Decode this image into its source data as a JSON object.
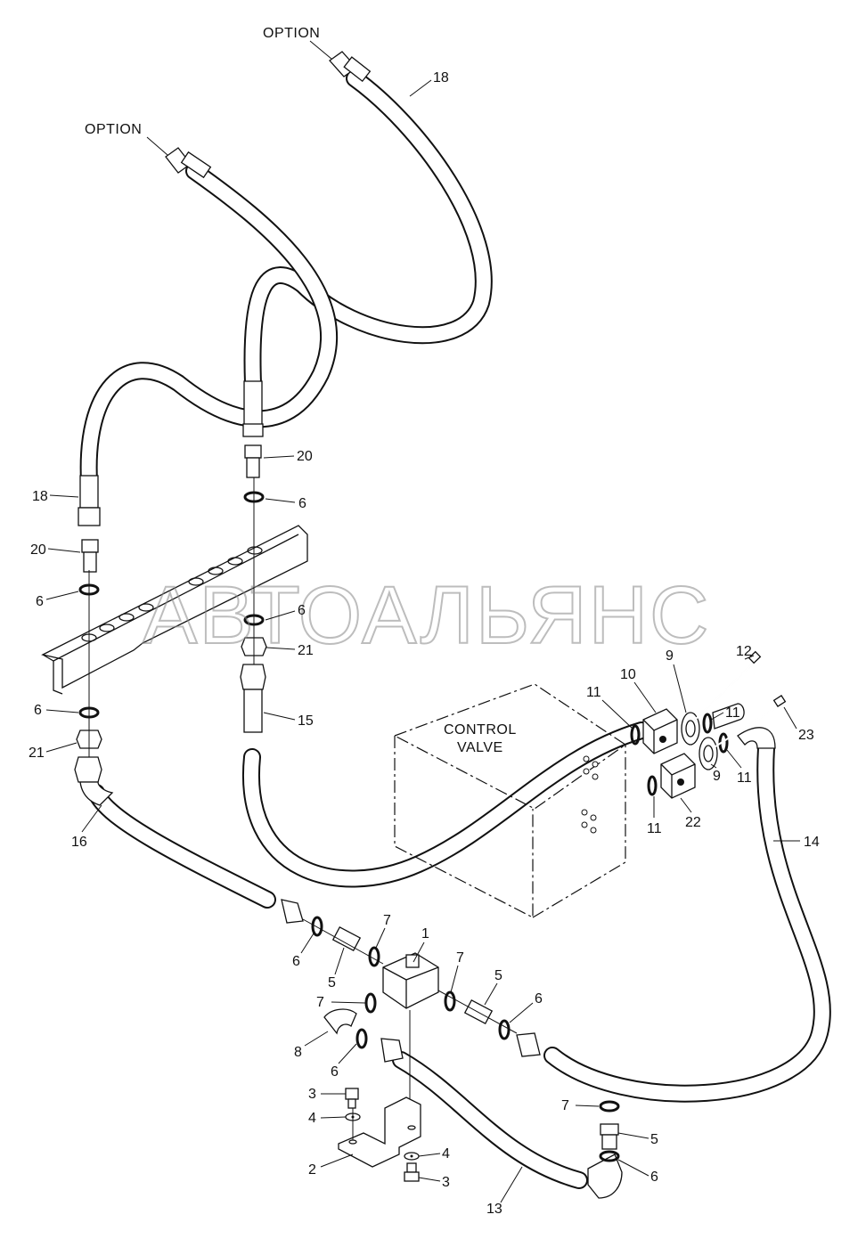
{
  "title": "",
  "watermark": "АВТОАЛЬЯНС",
  "option_labels": [
    "OPTION",
    "OPTION"
  ],
  "control_valve": {
    "line1": "CONTROL",
    "line2": "VALVE"
  },
  "callouts": {
    "c18a": "18",
    "c18b": "18",
    "c20a": "20",
    "c20b": "20",
    "c6a": "6",
    "c6b": "6",
    "c6c": "6",
    "c6d": "6",
    "c6e": "6",
    "c6f": "6",
    "c6g": "6",
    "c6h": "6",
    "c21a": "21",
    "c21b": "21",
    "c15": "15",
    "c16": "16",
    "c12": "12",
    "c23": "23",
    "c10": "10",
    "c9a": "9",
    "c9b": "9",
    "c11a": "11",
    "c11b": "11",
    "c11c": "11",
    "c11d": "11",
    "c22": "22",
    "c14": "14",
    "c1": "1",
    "c7a": "7",
    "c7b": "7",
    "c7c": "7",
    "c7d": "7",
    "c5a": "5",
    "c5b": "5",
    "c5c": "5",
    "c8": "8",
    "c3a": "3",
    "c3b": "3",
    "c4a": "4",
    "c4b": "4",
    "c2": "2",
    "c13": "13"
  },
  "colors": {
    "ink": "#111111",
    "watermark": "#888888",
    "background": "#ffffff"
  }
}
